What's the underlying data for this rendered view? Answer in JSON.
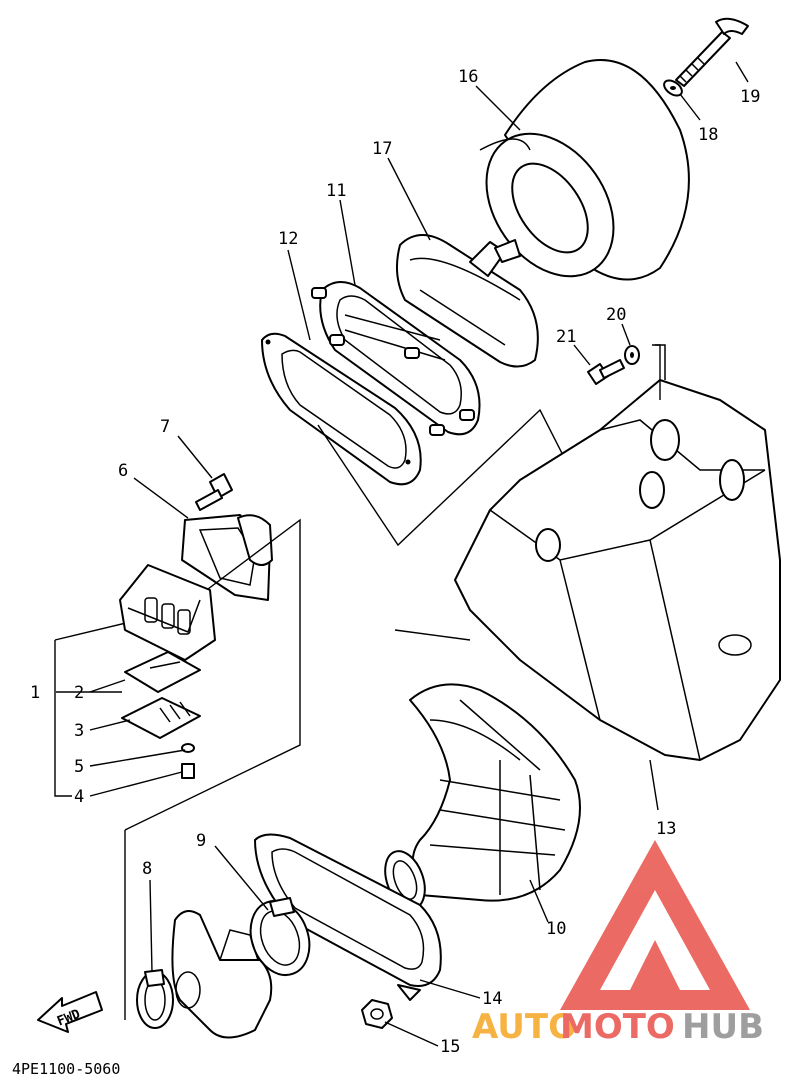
{
  "diagram": {
    "callouts": {
      "c1": "1",
      "c2": "2",
      "c3": "3",
      "c4": "4",
      "c5": "5",
      "c6": "6",
      "c7": "7",
      "c8": "8",
      "c9": "9",
      "c10": "10",
      "c11": "11",
      "c12": "12",
      "c13": "13",
      "c14": "14",
      "c15": "15",
      "c16": "16",
      "c17": "17",
      "c18": "18",
      "c19": "19",
      "c20": "20",
      "c21": "21"
    },
    "fwd_label": "FWD",
    "drawing_code": "4PE1100-5060"
  },
  "watermark": {
    "part1": "AUTO",
    "part2": "MOTO",
    "part3": "HUB",
    "colors": {
      "red": "#e8524a",
      "orange": "#f5a623",
      "gray": "#8e8e8e"
    }
  }
}
